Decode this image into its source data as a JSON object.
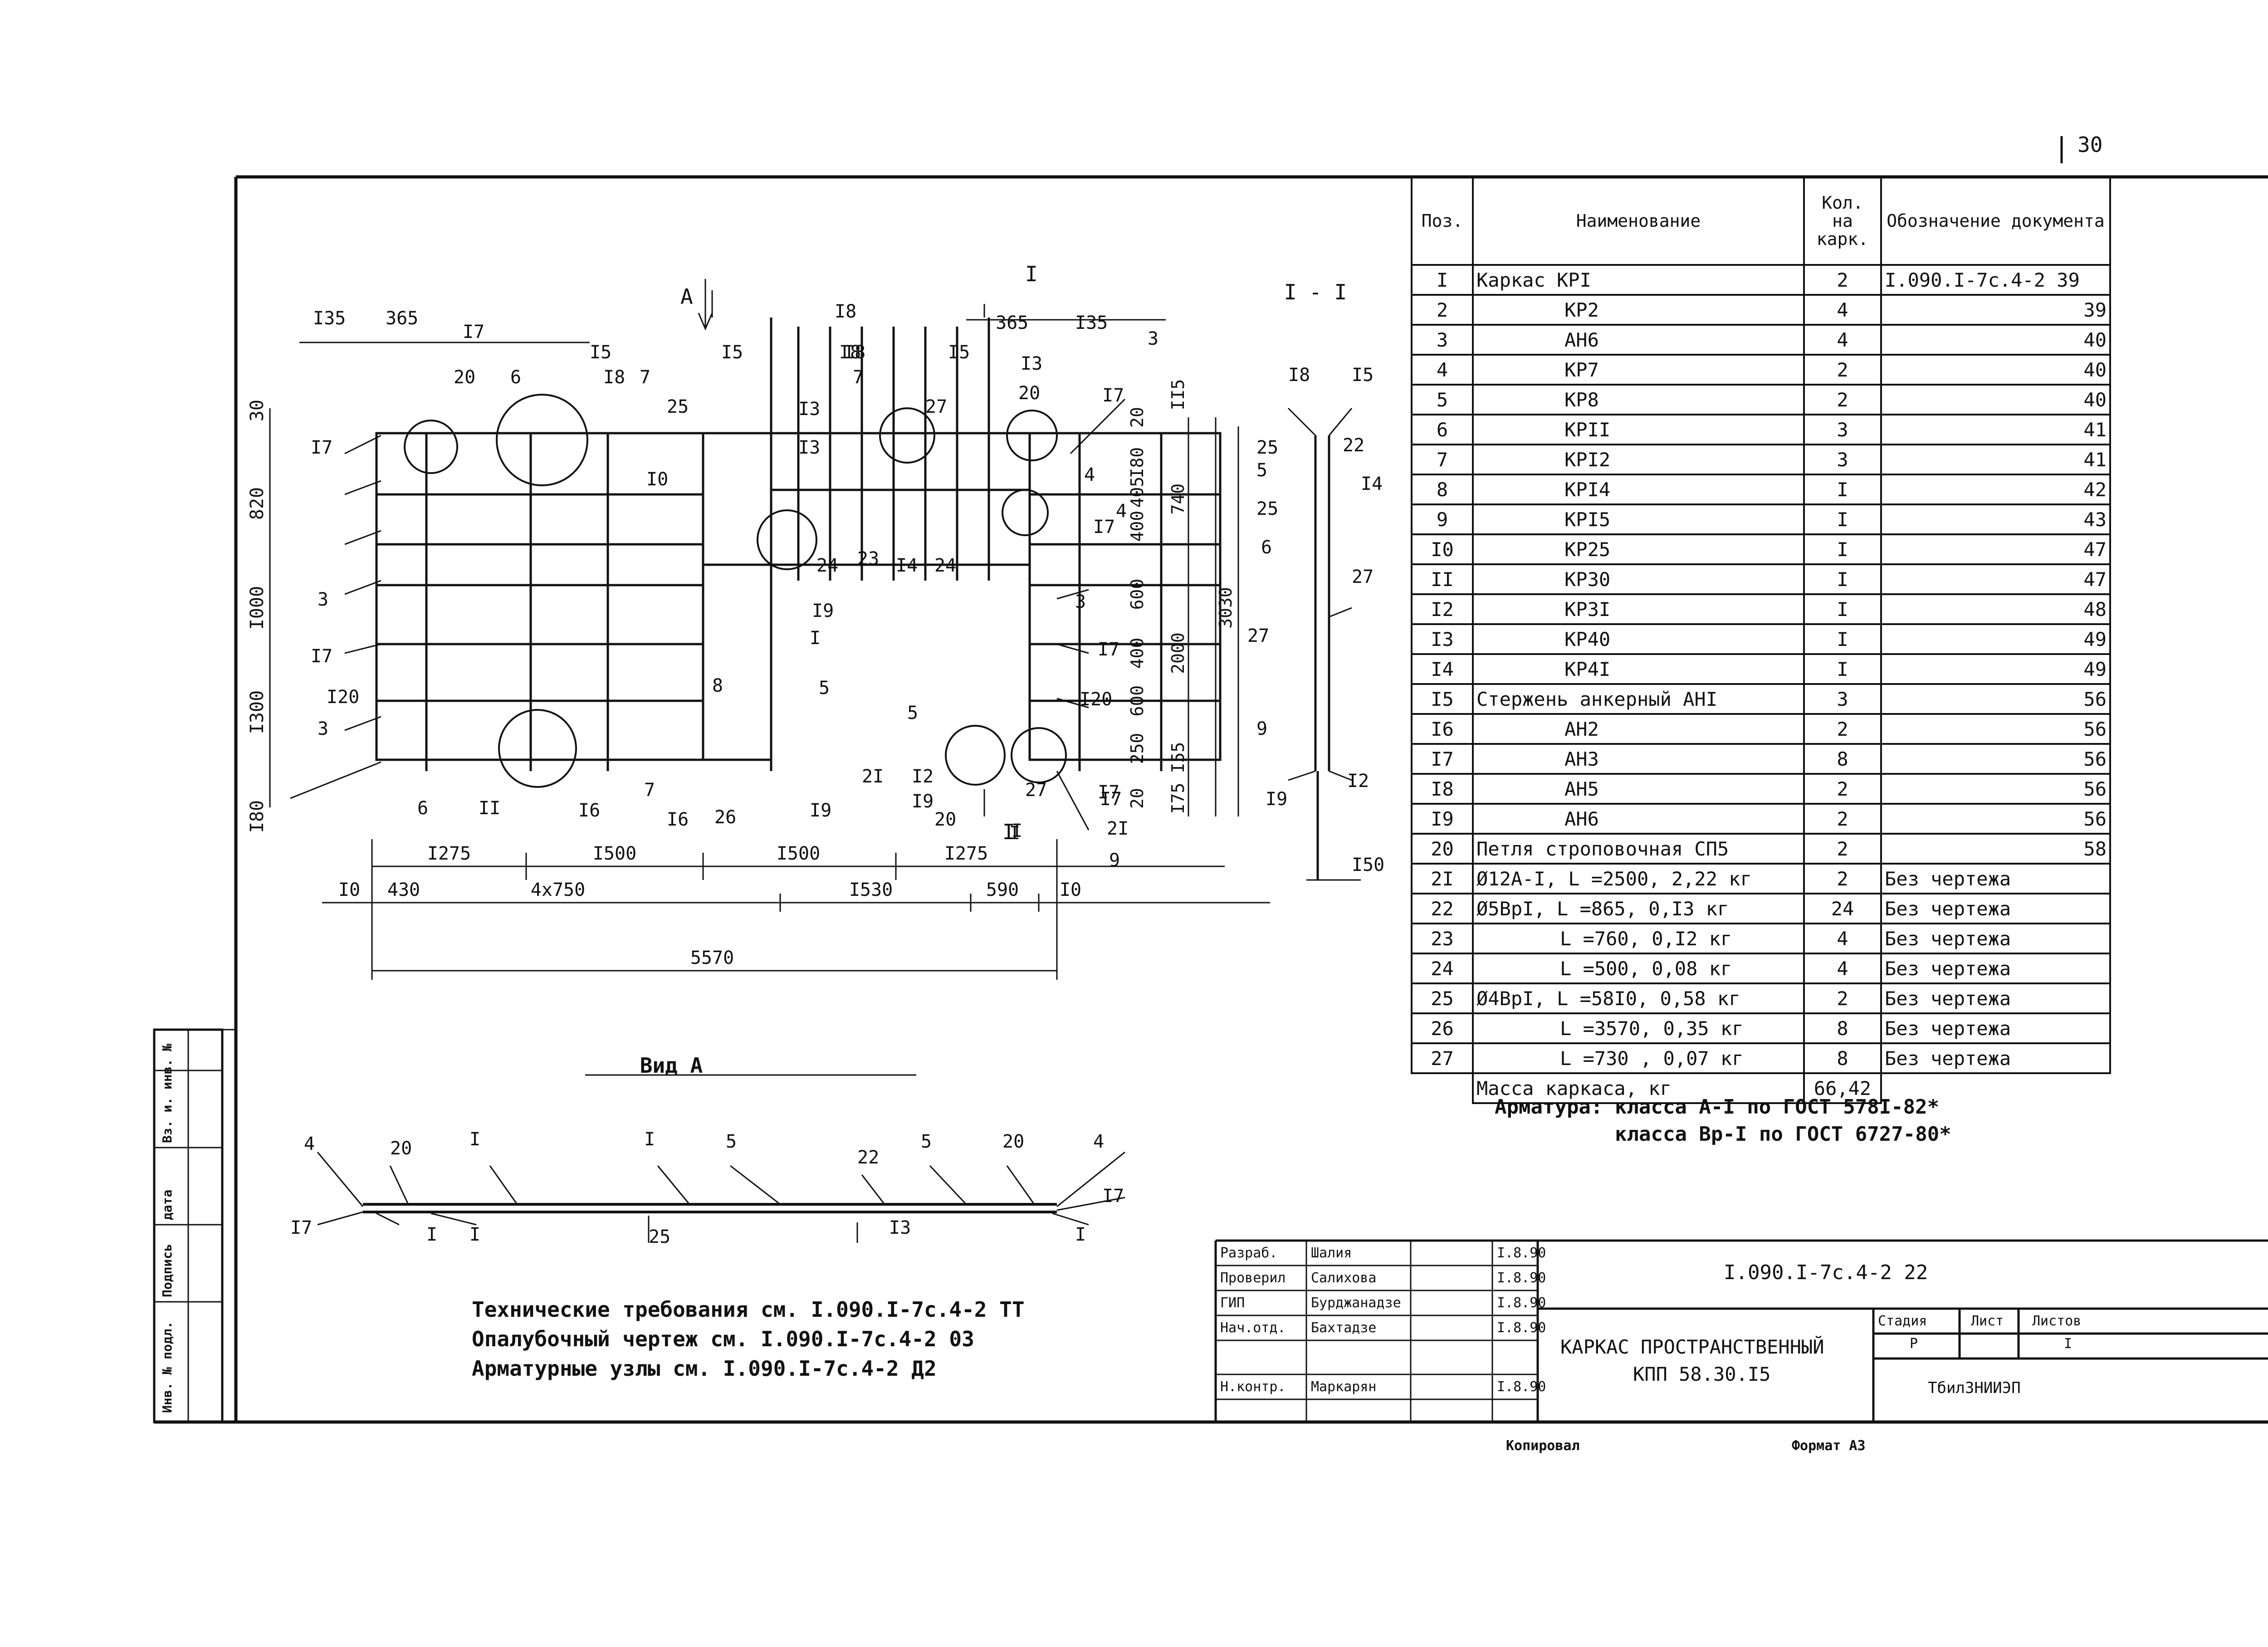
{
  "sheet_number": "30",
  "drawing": {
    "plan_labels": {
      "view_arrow": "А",
      "section_mark": "I",
      "dim_top": [
        "I35",
        "365",
        "I8",
        "I8",
        "365",
        "I35"
      ],
      "dim_left": [
        "30",
        "820",
        "I000",
        "I300",
        "I80"
      ],
      "dim_right_inner": [
        "20",
        "I80",
        "405",
        "400",
        "600",
        "400",
        "600",
        "250",
        "20",
        "I55"
      ],
      "dim_right_outer": [
        "II5",
        "740",
        "2000",
        "I75",
        "3030"
      ],
      "dim_bottom_1": [
        "I275",
        "I500",
        "I500",
        "I275"
      ],
      "dim_bottom_2": [
        "I0",
        "430",
        "4x750",
        "I530",
        "590",
        "I0"
      ],
      "dim_total": "5570",
      "positions": [
        "I7",
        "20",
        "6",
        "I5",
        "I8",
        "7",
        "25",
        "I5",
        "I8",
        "I5",
        "I3",
        "27",
        "I3",
        "20",
        "I7",
        "3",
        "4",
        "I0",
        "I3",
        "7",
        "4",
        "I7",
        "I7",
        "3",
        "I7",
        "I",
        "3",
        "I20",
        "3",
        "I7",
        "I9",
        "24",
        "23",
        "I4",
        "24",
        "5",
        "8",
        "5",
        "I20",
        "I7",
        "6",
        "II",
        "I6",
        "I6",
        "7",
        "26",
        "I9",
        "2I",
        "I2",
        "I9",
        "20",
        "I",
        "27",
        "I7",
        "2I",
        "9",
        "I"
      ]
    },
    "section_labels": {
      "title": "I - I",
      "positions": [
        "I8",
        "I5",
        "25",
        "5",
        "22",
        "I4",
        "25",
        "6",
        "27",
        "27",
        "9",
        "I9",
        "I2",
        "I50"
      ]
    },
    "view_a": {
      "title": "Вид А",
      "positions": [
        "4",
        "20",
        "I",
        "I",
        "5",
        "22",
        "5",
        "20",
        "4",
        "I7",
        "I",
        "I",
        "25",
        "I3",
        "I7",
        "I"
      ]
    }
  },
  "spec_table": {
    "headers": [
      "Поз.",
      "Наименование",
      "Кол. на карк.",
      "Обозначение документа"
    ],
    "rows": [
      {
        "pos": "I",
        "name": "Каркас КРI",
        "qty": "2",
        "doc": "I.090.I-7c.4-2 39"
      },
      {
        "pos": "2",
        "name": "КР2",
        "qty": "4",
        "doc": "39"
      },
      {
        "pos": "3",
        "name": "АН6",
        "qty": "4",
        "doc": "40"
      },
      {
        "pos": "4",
        "name": "КР7",
        "qty": "2",
        "doc": "40"
      },
      {
        "pos": "5",
        "name": "КР8",
        "qty": "2",
        "doc": "40"
      },
      {
        "pos": "6",
        "name": "КРII",
        "qty": "3",
        "doc": "41"
      },
      {
        "pos": "7",
        "name": "КРI2",
        "qty": "3",
        "doc": "41"
      },
      {
        "pos": "8",
        "name": "КРI4",
        "qty": "I",
        "doc": "42"
      },
      {
        "pos": "9",
        "name": "КРI5",
        "qty": "I",
        "doc": "43"
      },
      {
        "pos": "I0",
        "name": "КР25",
        "qty": "I",
        "doc": "47"
      },
      {
        "pos": "II",
        "name": "КР30",
        "qty": "I",
        "doc": "47"
      },
      {
        "pos": "I2",
        "name": "КРЗI",
        "qty": "I",
        "doc": "48"
      },
      {
        "pos": "I3",
        "name": "КР40",
        "qty": "I",
        "doc": "49"
      },
      {
        "pos": "I4",
        "name": "КР4I",
        "qty": "I",
        "doc": "49"
      },
      {
        "pos": "I5",
        "name": "Стержень анкерный АНI",
        "qty": "3",
        "doc": "56"
      },
      {
        "pos": "I6",
        "name": "АН2",
        "qty": "2",
        "doc": "56"
      },
      {
        "pos": "I7",
        "name": "АН3",
        "qty": "8",
        "doc": "56"
      },
      {
        "pos": "I8",
        "name": "АН5",
        "qty": "2",
        "doc": "56"
      },
      {
        "pos": "I9",
        "name": "АН6",
        "qty": "2",
        "doc": "56"
      },
      {
        "pos": "20",
        "name": "Петля строповочная СП5",
        "qty": "2",
        "doc": "58"
      },
      {
        "pos": "2I",
        "name": "Ø12А-I, L =2500, 2,22 кг",
        "qty": "2",
        "doc": "Без чертежа"
      },
      {
        "pos": "22",
        "name": "Ø5ВрI, L =865, 0,I3 кг",
        "qty": "24",
        "doc": "Без чертежа"
      },
      {
        "pos": "23",
        "name": "L =760, 0,I2 кг",
        "qty": "4",
        "doc": "Без чертежа"
      },
      {
        "pos": "24",
        "name": "L =500, 0,08 кг",
        "qty": "4",
        "doc": "Без чертежа"
      },
      {
        "pos": "25",
        "name": "Ø4ВрI, L =58I0, 0,58 кг",
        "qty": "2",
        "doc": "Без чертежа"
      },
      {
        "pos": "26",
        "name": "L =3570, 0,35 кг",
        "qty": "8",
        "doc": "Без чертежа"
      },
      {
        "pos": "27",
        "name": "L =730 , 0,07 кг",
        "qty": "8",
        "doc": "Без чертежа"
      }
    ],
    "mass_label": "Масса каркаса, кг",
    "mass_value": "66,42"
  },
  "armature_notes": [
    "Арматура: класса А-I по ГОСТ 578I-82*",
    "класса Вр-I по ГОСТ 6727-80*"
  ],
  "tech_notes": [
    "Технические требования см. I.090.I-7с.4-2 ТТ",
    "Опалубочный чертеж см. I.090.I-7с.4-2 03",
    "Арматурные узлы см. I.090.I-7с.4-2 Д2"
  ],
  "title_block": {
    "roles": [
      "Разраб.",
      "Проверил",
      "ГИП",
      "Нач.отд.",
      "",
      "Н.контр."
    ],
    "names": [
      "Шалия",
      "Салихова",
      "Бурджанадзе",
      "Бахтадзе",
      "",
      "Маркарян"
    ],
    "dates": [
      "I.8.90",
      "I.8.90",
      "I.8.90",
      "I.8.90",
      "",
      "I.8.90"
    ],
    "doc_code": "I.090.I-7с.4-2 22",
    "title_line1": "КАРКАС ПРОСТРАНСТВЕННЫЙ",
    "title_line2": "КПП 58.30.I5",
    "stage_label": "Стадия",
    "sheet_label": "Лист",
    "sheets_label": "Листов",
    "stage_value": "Р",
    "sheets_value": "I",
    "org": "ТбилЗНИИЭП"
  },
  "side_stamp": [
    "Инв. № подл.",
    "Подпись",
    "дата",
    "Вз. и. инв. №"
  ],
  "footer": {
    "copied": "Копировал",
    "format": "Формат А3"
  }
}
